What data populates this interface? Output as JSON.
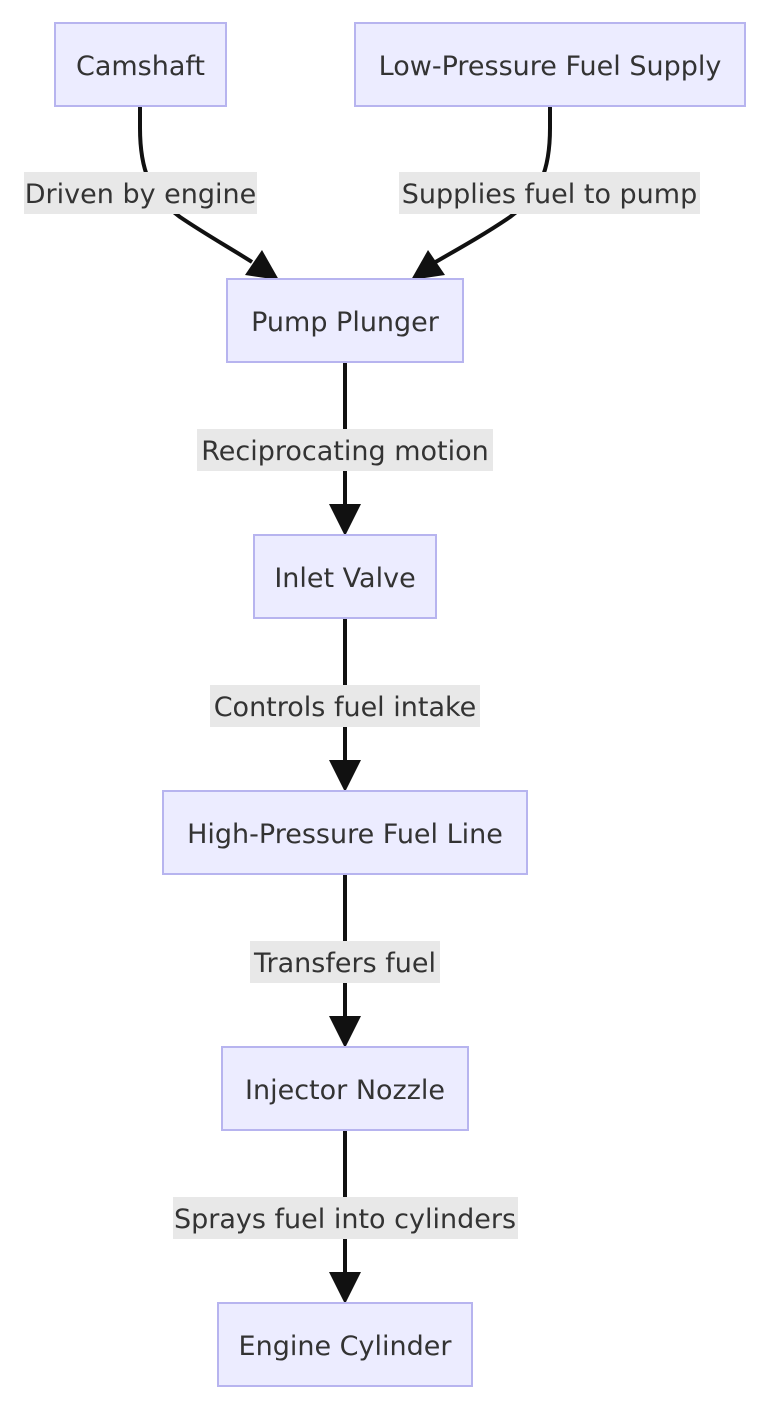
{
  "nodes": {
    "camshaft": "Camshaft",
    "low_pressure_supply": "Low-Pressure Fuel Supply",
    "pump_plunger": "Pump Plunger",
    "inlet_valve": "Inlet Valve",
    "high_pressure_line": "High-Pressure Fuel Line",
    "injector_nozzle": "Injector Nozzle",
    "engine_cylinder": "Engine Cylinder"
  },
  "edges": {
    "camshaft_to_plunger": "Driven by engine",
    "supply_to_plunger": "Supplies fuel to pump",
    "plunger_to_valve": "Reciprocating motion",
    "valve_to_line": "Controls fuel intake",
    "line_to_nozzle": "Transfers fuel",
    "nozzle_to_cylinder": "Sprays fuel into cylinders"
  },
  "colors": {
    "node_fill": "#ececff",
    "node_border": "#b7b4ef",
    "edge": "#111111",
    "label_background": "#e8e8e8",
    "text": "#333333"
  }
}
